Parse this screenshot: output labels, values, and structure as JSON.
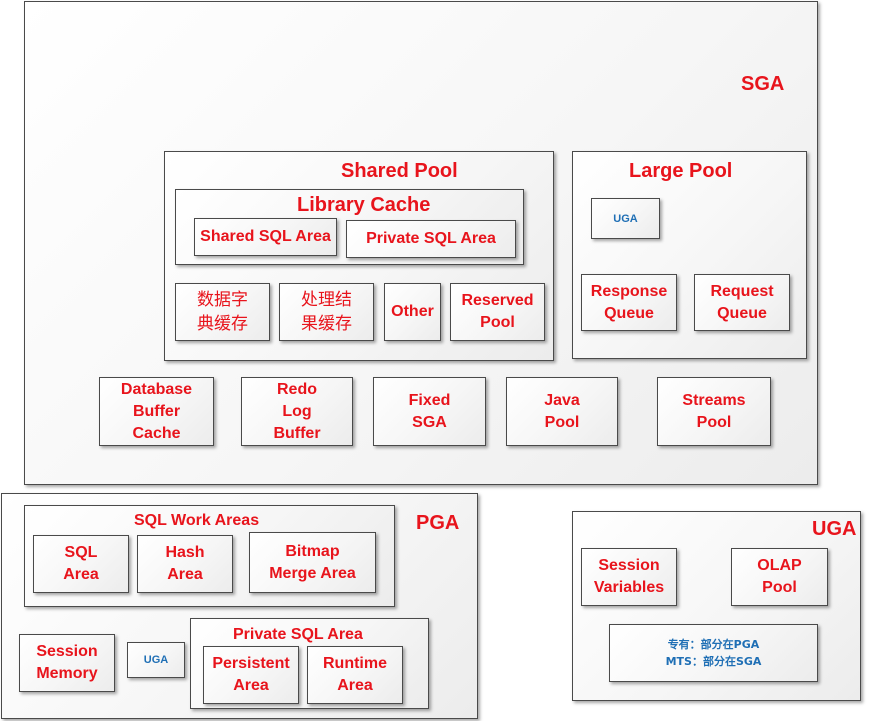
{
  "sga": {
    "title": "SGA",
    "shared_pool": {
      "title": "Shared Pool",
      "library_cache": {
        "title": "Library Cache",
        "shared_sql_area": "Shared SQL Area",
        "private_sql_area": "Private SQL Area"
      },
      "data_dictionary_cache": "数据字\n典缓存",
      "result_cache": "处理结\n果缓存",
      "other": "Other",
      "reserved_pool": "Reserved\nPool"
    },
    "large_pool": {
      "title": "Large Pool",
      "uga": "UGA",
      "response_queue": "Response\nQueue",
      "request_queue": "Request\nQueue"
    },
    "database_buffer_cache": "Database\nBuffer\nCache",
    "redo_log_buffer": "Redo\nLog\nBuffer",
    "fixed_sga": "Fixed\nSGA",
    "java_pool": "Java\nPool",
    "streams_pool": "Streams\nPool"
  },
  "pga": {
    "title": "PGA",
    "sql_work_areas": {
      "title": "SQL Work Areas",
      "sql_area": "SQL\nArea",
      "hash_area": "Hash\nArea",
      "bitmap_merge_area": "Bitmap\nMerge Area"
    },
    "session_memory": "Session\nMemory",
    "uga": "UGA",
    "private_sql_area": {
      "title": "Private SQL Area",
      "persistent_area": "Persistent\nArea",
      "runtime_area": "Runtime\nArea"
    }
  },
  "uga": {
    "title": "UGA",
    "session_variables": "Session\nVariables",
    "olap_pool": "OLAP\nPool",
    "note_line1": "专有：部分在PGA",
    "note_line2": "MTS：部分在SGA"
  },
  "colors": {
    "label_red": "#e8141c",
    "note_blue": "#1f6fb5",
    "border": "#4a4a4a"
  }
}
